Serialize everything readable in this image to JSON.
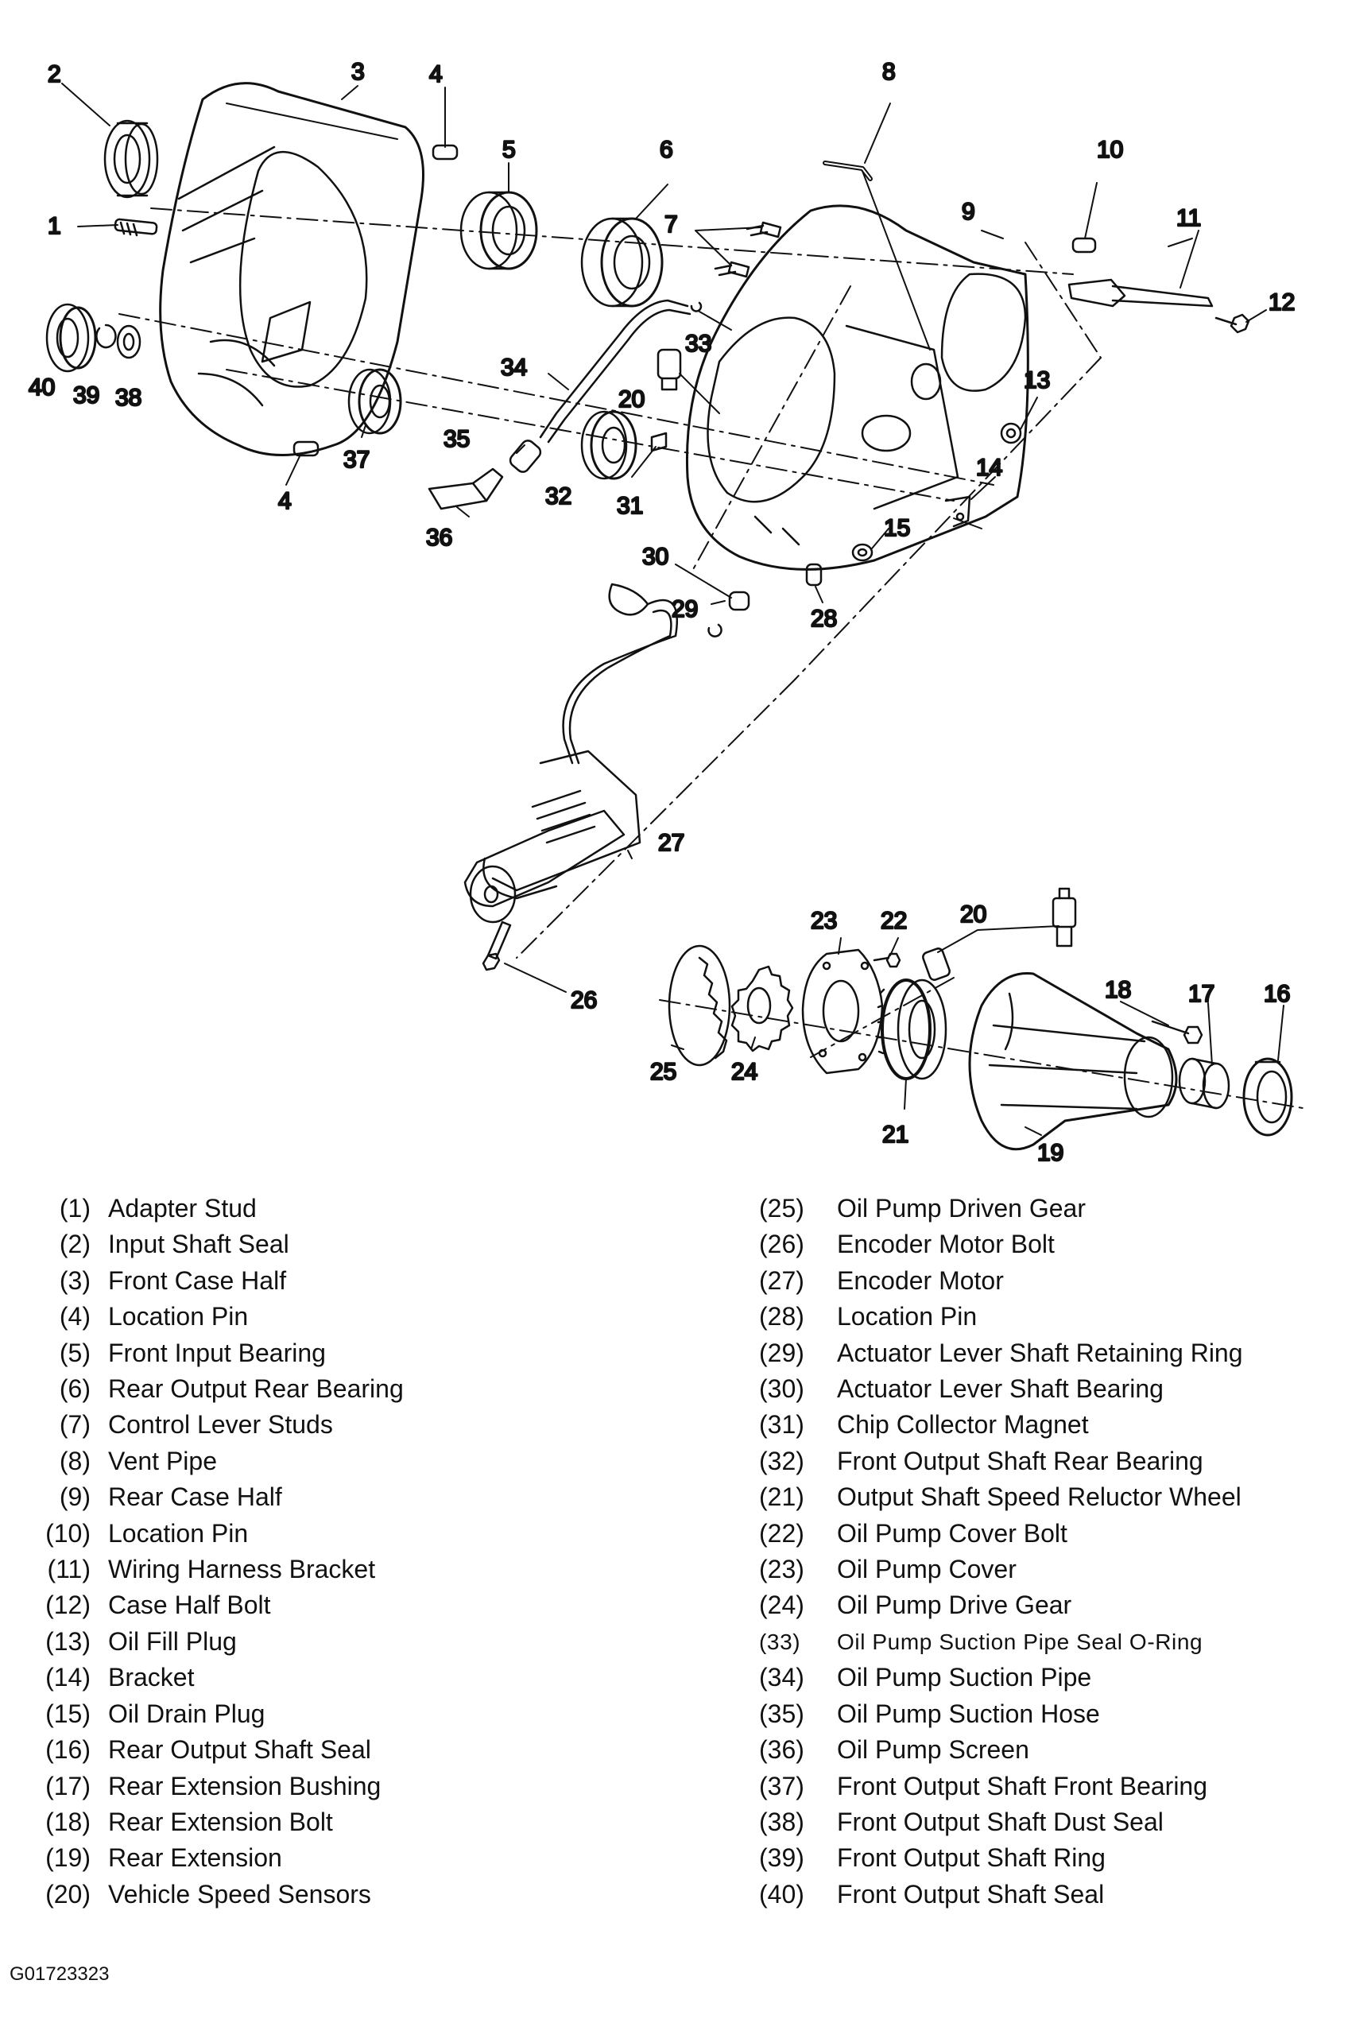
{
  "diagram": {
    "callouts": {
      "c1": "1",
      "c2": "2",
      "c3": "3",
      "c4a": "4",
      "c4b": "4",
      "c5": "5",
      "c6": "6",
      "c7": "7",
      "c8": "8",
      "c9": "9",
      "c10": "10",
      "c11": "11",
      "c12": "12",
      "c13": "13",
      "c14": "14",
      "c15": "15",
      "c16": "16",
      "c17": "17",
      "c18": "18",
      "c19": "19",
      "c20a": "20",
      "c20b": "20",
      "c21": "21",
      "c22": "22",
      "c23": "23",
      "c24": "24",
      "c25": "25",
      "c26": "26",
      "c27": "27",
      "c28": "28",
      "c29": "29",
      "c30": "30",
      "c31": "31",
      "c32": "32",
      "c33": "33",
      "c34": "34",
      "c35": "35",
      "c36": "36",
      "c37": "37",
      "c38": "38",
      "c39": "39",
      "c40": "40"
    }
  },
  "legend": {
    "left": [
      {
        "num": "(1)",
        "label": "Adapter Stud"
      },
      {
        "num": "(2)",
        "label": "Input Shaft Seal"
      },
      {
        "num": "(3)",
        "label": "Front Case Half"
      },
      {
        "num": "(4)",
        "label": "Location Pin"
      },
      {
        "num": "(5)",
        "label": "Front Input Bearing"
      },
      {
        "num": "(6)",
        "label": "Rear Output Rear Bearing"
      },
      {
        "num": "(7)",
        "label": "Control Lever Studs"
      },
      {
        "num": "(8)",
        "label": "Vent Pipe"
      },
      {
        "num": "(9)",
        "label": "Rear Case Half"
      },
      {
        "num": "(10)",
        "label": "Location Pin"
      },
      {
        "num": "(11)",
        "label": "Wiring Harness Bracket"
      },
      {
        "num": "(12)",
        "label": "Case Half Bolt"
      },
      {
        "num": "(13)",
        "label": "Oil Fill Plug"
      },
      {
        "num": "(14)",
        "label": "Bracket"
      },
      {
        "num": "(15)",
        "label": "Oil Drain Plug"
      },
      {
        "num": "(16)",
        "label": "Rear Output Shaft Seal"
      },
      {
        "num": "(17)",
        "label": "Rear Extension Bushing"
      },
      {
        "num": "(18)",
        "label": "Rear Extension Bolt"
      },
      {
        "num": "(19)",
        "label": "Rear Extension"
      },
      {
        "num": "(20)",
        "label": "Vehicle Speed Sensors"
      }
    ],
    "right": [
      {
        "num": "(25)",
        "label": "Oil Pump Driven Gear"
      },
      {
        "num": "(26)",
        "label": "Encoder Motor Bolt"
      },
      {
        "num": "(27)",
        "label": "Encoder Motor"
      },
      {
        "num": "(28)",
        "label": "Location Pin"
      },
      {
        "num": "(29)",
        "label": "Actuator Lever Shaft Retaining Ring"
      },
      {
        "num": "(30)",
        "label": "Actuator Lever Shaft Bearing"
      },
      {
        "num": "(31)",
        "label": "Chip Collector Magnet"
      },
      {
        "num": "(32)",
        "label": "Front Output Shaft Rear Bearing"
      },
      {
        "num": "(21)",
        "label": "Output Shaft Speed Reluctor Wheel"
      },
      {
        "num": "(22)",
        "label": "Oil Pump Cover Bolt"
      },
      {
        "num": "(23)",
        "label": "Oil Pump Cover"
      },
      {
        "num": "(24)",
        "label": "Oil Pump Drive Gear"
      },
      {
        "num": "(33)",
        "label": "Oil Pump Suction Pipe Seal O-Ring"
      },
      {
        "num": "(34)",
        "label": "Oil Pump Suction Pipe"
      },
      {
        "num": "(35)",
        "label": "Oil Pump Suction Hose"
      },
      {
        "num": "(36)",
        "label": "Oil Pump Screen"
      },
      {
        "num": "(37)",
        "label": "Front Output Shaft Front Bearing"
      },
      {
        "num": "(38)",
        "label": "Front Output Shaft Dust Seal"
      },
      {
        "num": "(39)",
        "label": "Front Output Shaft Ring"
      },
      {
        "num": "(40)",
        "label": "Front Output Shaft Seal"
      }
    ]
  },
  "figure_code": "G01723323"
}
